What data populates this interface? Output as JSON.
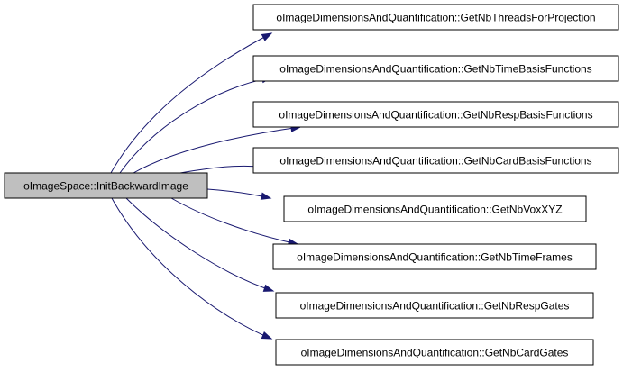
{
  "graph": {
    "colors": {
      "edge": "#191970",
      "root_fill": "#bfbfbf",
      "node_fill": "#ffffff",
      "border": "#000000"
    },
    "root": {
      "label": "oImageSpace::InitBackwardImage"
    },
    "callees": [
      {
        "label": "oImageDimensionsAndQuantification::GetNbThreadsForProjection"
      },
      {
        "label": "oImageDimensionsAndQuantification::GetNbTimeBasisFunctions"
      },
      {
        "label": "oImageDimensionsAndQuantification::GetNbRespBasisFunctions"
      },
      {
        "label": "oImageDimensionsAndQuantification::GetNbCardBasisFunctions"
      },
      {
        "label": "oImageDimensionsAndQuantification::GetNbVoxXYZ"
      },
      {
        "label": "oImageDimensionsAndQuantification::GetNbTimeFrames"
      },
      {
        "label": "oImageDimensionsAndQuantification::GetNbRespGates"
      },
      {
        "label": "oImageDimensionsAndQuantification::GetNbCardGates"
      }
    ]
  }
}
